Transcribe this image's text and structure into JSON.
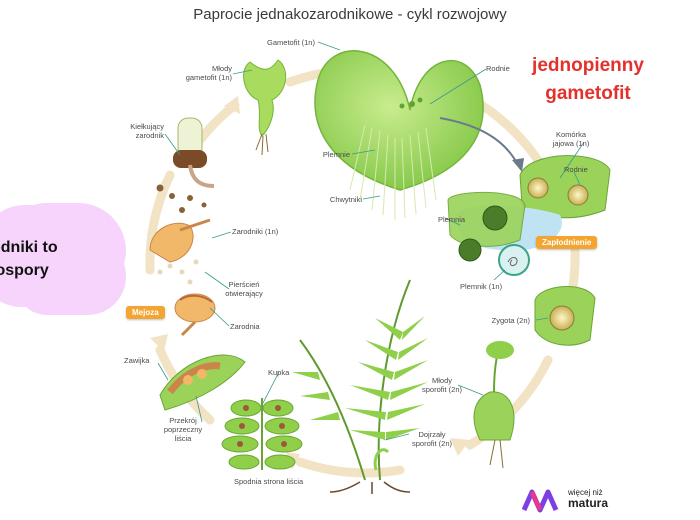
{
  "title": "Paprocie jednakozarodnikowe - cykl rozwojowy",
  "labels": {
    "gametofit": "Gametofit (1n)",
    "rodnie_top": "Rodnie",
    "mlody_gametofit_1": "Młody",
    "mlody_gametofit_2": "gametofit (1n)",
    "plemnie": "Plemnie",
    "chwytniki": "Chwytniki",
    "kielkujacy_1": "Kiełkujący",
    "kielkujacy_2": "zarodnik",
    "zarodniki": "Zarodniki (1n)",
    "pierscien_1": "Pierścień",
    "pierscien_2": "otwierający",
    "zarodnia": "Zarodnia",
    "mejoza": "Mejoza",
    "zawijka": "Zawijka",
    "przekroj_1": "Przekrój",
    "przekroj_2": "poprzeczny",
    "przekroj_3": "liścia",
    "kupka": "Kupka",
    "spodnia": "Spodnia strona liścia",
    "komorka_1": "Komórka",
    "komorka_2": "jajowa (1n)",
    "rodnie_right": "Rodnie",
    "plemnia_right": "Plemnia",
    "zaplodnienie": "Zapłodnienie",
    "plemnik": "Plemnik (1n)",
    "zygota": "Zygota (2n)",
    "mlody_sporofit_1": "Młody",
    "mlody_sporofit_2": "sporofit (2n)",
    "dojrzaly_1": "Dojrzały",
    "dojrzaly_2": "sporofit (2n)"
  },
  "notes": {
    "red_line1": "jednopienny",
    "red_line2": "gametofit",
    "cloud_line1": "odniki to",
    "cloud_line2": "jospory"
  },
  "logo": {
    "line1": "więcej niż",
    "line2": "matura"
  },
  "colors": {
    "plant": "#8fcf4a",
    "plant_light": "#bfe58a",
    "arrow": "#f2e3c4",
    "accent": "#f3a531",
    "red": "#e3312b",
    "cloud": "#f6d4fb"
  }
}
